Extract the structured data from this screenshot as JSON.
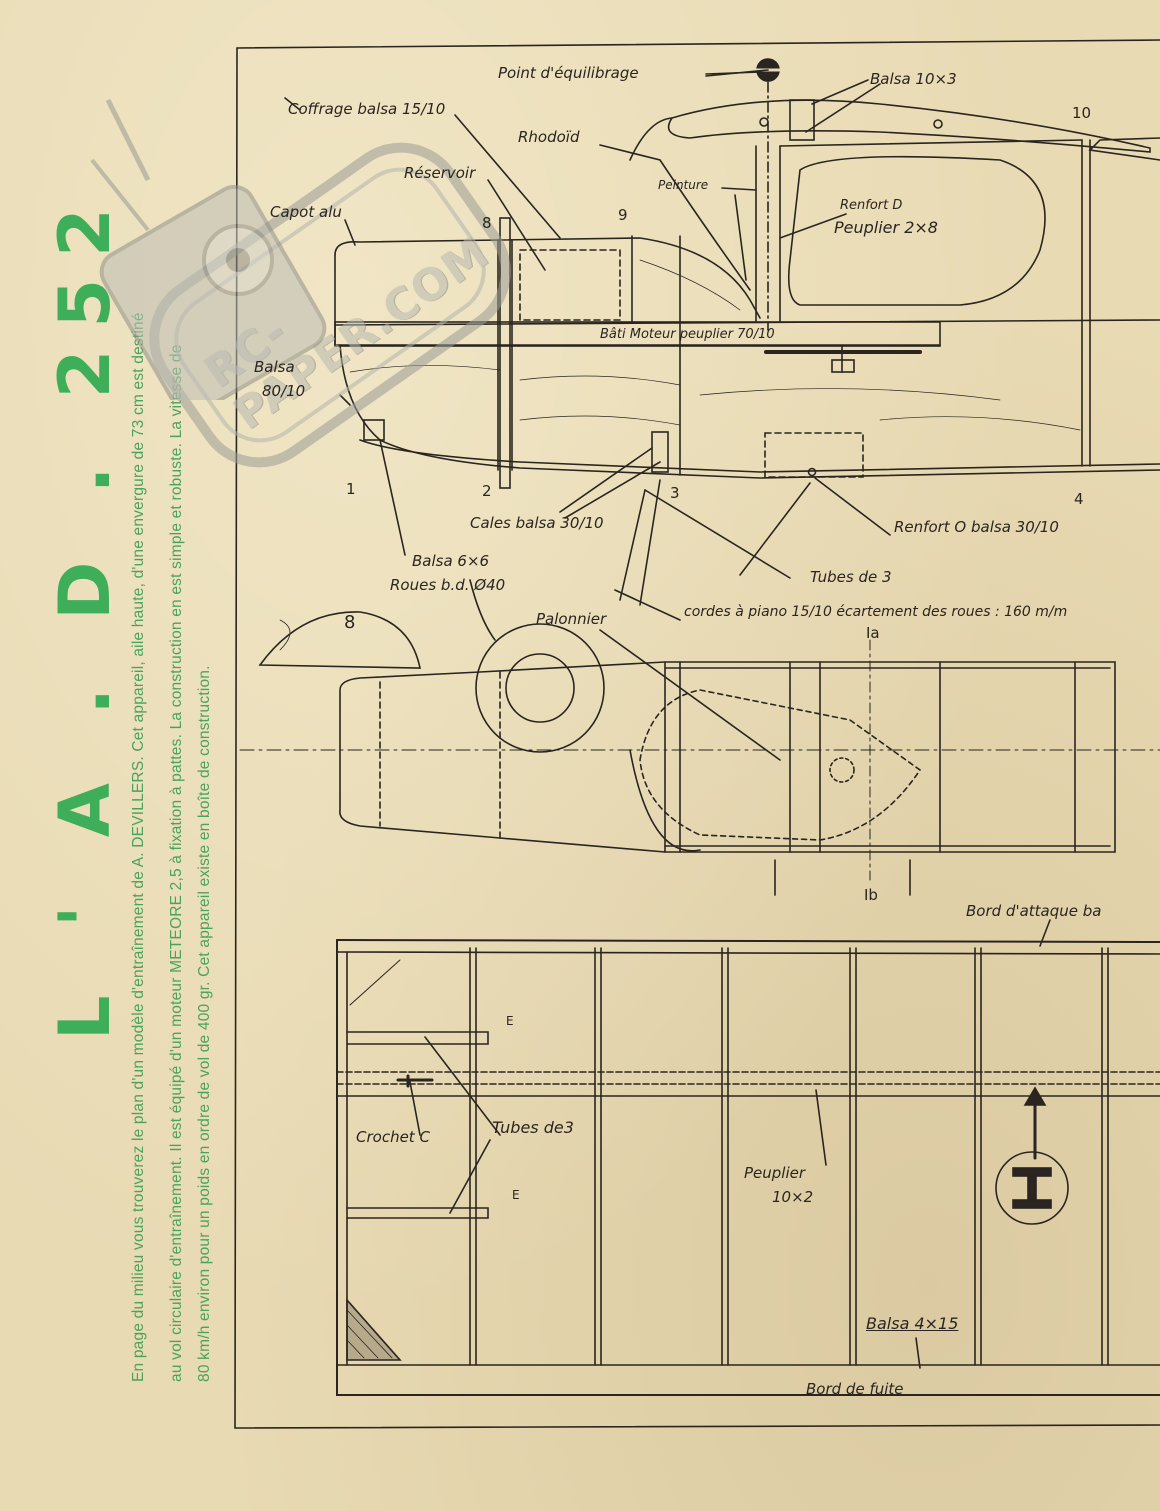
{
  "side": {
    "title": "L ' A . D . 252",
    "lines": [
      "En page du milieu vous trouverez le plan d'un modèle d'entraînement de A. DEVILLERS. Cet appareil, aile haute, d'une envergure de 73 cm est destiné",
      "au vol circulaire d'entraînement. Il est équipé d'un moteur METEORE 2,5 à fixation à pattes. La construction en est simple et robuste. La vitesse de",
      "80 km/h environ pour un poids en ordre de vol de 400 gr. Cet appareil existe en boîte de construction."
    ]
  },
  "watermark": {
    "text": "RC-PAPER.COM"
  },
  "labels": {
    "point_equilibrage": "Point  d'équilibrage",
    "balsa_10x3": "Balsa 10×3",
    "coffrage": "Coffrage balsa 15/10",
    "rhodoid": "Rhodoïd",
    "reservoir": "Réservoir",
    "peinture": "Peinture",
    "capot": "Capot alu",
    "renfort_d": "Renfort D",
    "peuplier_2x8": "Peuplier 2×8",
    "bati": "Bâti  Moteur peuplier 70/10",
    "balsa_80": "Balsa",
    "balsa_80b": "80/10",
    "cales": "Cales balsa 30/10",
    "renfort_o": "Renfort O balsa 30/10",
    "balsa_6x6": "Balsa 6×6",
    "roues": "Roues b.d. Ø40",
    "tubes_de_3": "Tubes de 3",
    "palonnier": "Palonnier",
    "cordes": "cordes à piano  15/10  écartement des roues : 160 m/m",
    "bord_attaque": "Bord  d'attaque  ba",
    "crochet": "Crochet C",
    "tubes_de3": "Tubes de3",
    "e1": "E",
    "e2": "E",
    "peuplier_10x2": "Peuplier",
    "peuplier_10x2b": "10×2",
    "balsa_4x15": "Balsa 4×15",
    "bord_fuite": "Bord  de fuite",
    "ia": "Ia",
    "ib": "Ib",
    "sec8": "8"
  },
  "stations": [
    "1",
    "2",
    "3",
    "4",
    "8",
    "9",
    "10"
  ]
}
